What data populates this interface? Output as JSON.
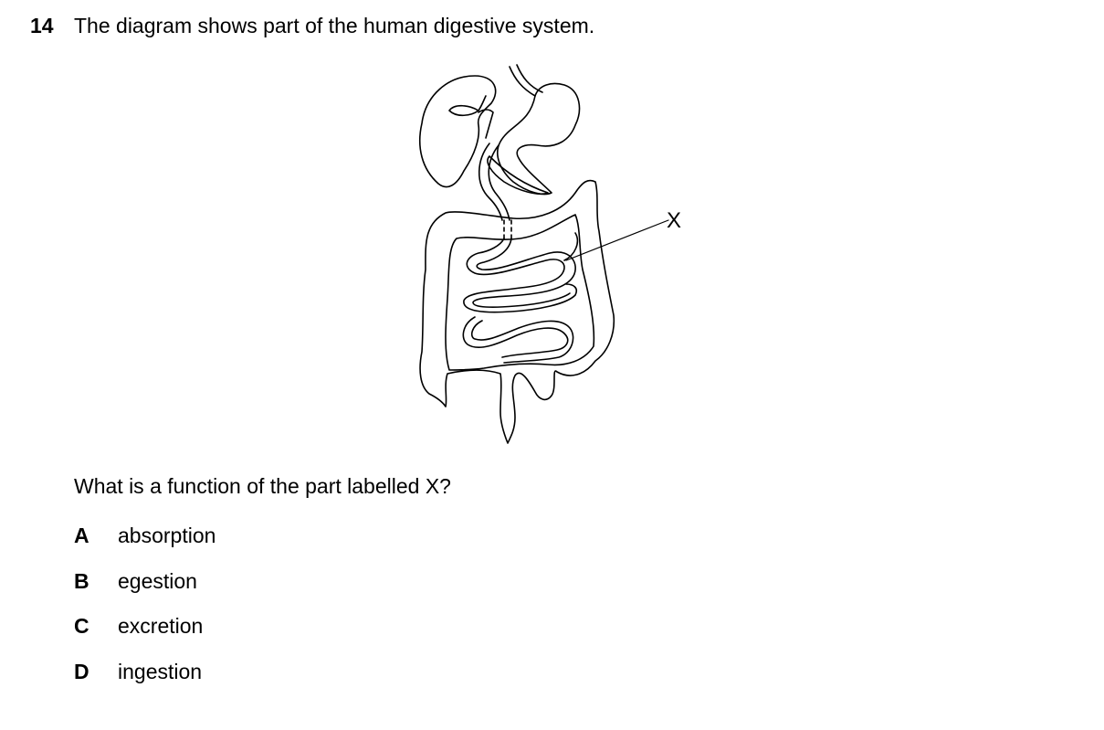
{
  "question": {
    "number": "14",
    "text": "The diagram shows part of the human digestive system.",
    "prompt": "What is a function of the part labelled X?",
    "label_x": "X",
    "options": [
      {
        "letter": "A",
        "text": "absorption"
      },
      {
        "letter": "B",
        "text": "egestion"
      },
      {
        "letter": "C",
        "text": "excretion"
      },
      {
        "letter": "D",
        "text": "ingestion"
      }
    ]
  }
}
